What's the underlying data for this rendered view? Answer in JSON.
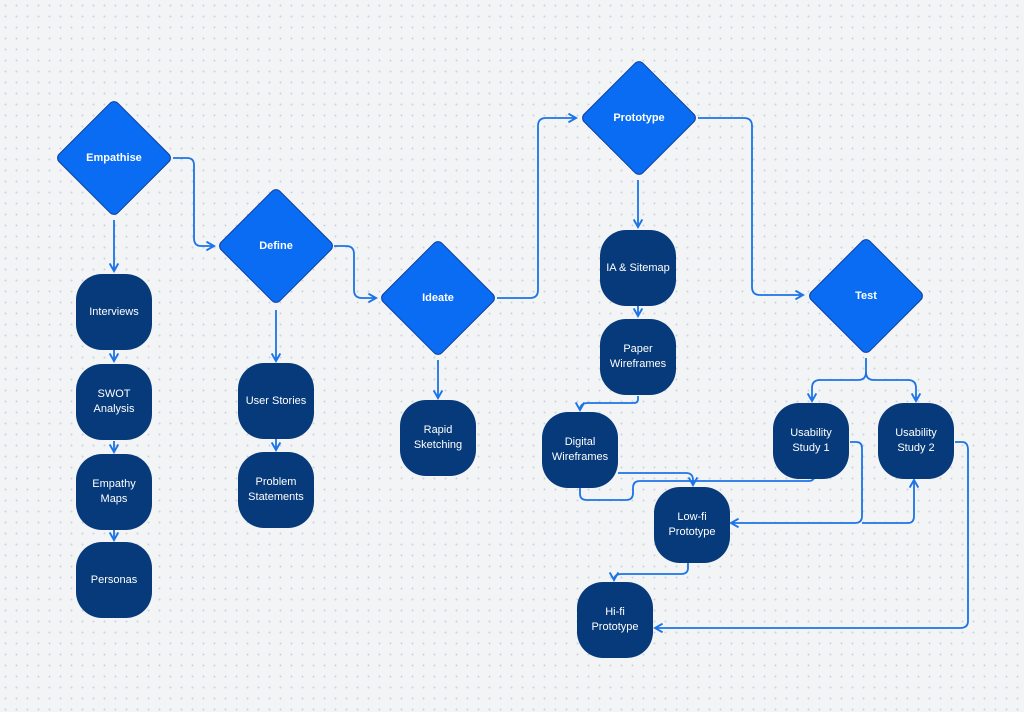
{
  "diagram": {
    "stages": {
      "empathise": "Empathise",
      "define": "Define",
      "ideate": "Ideate",
      "prototype": "Prototype",
      "test": "Test"
    },
    "steps": {
      "interviews": "Interviews",
      "swot": "SWOT\nAnalysis",
      "empathy_maps": "Empathy\nMaps",
      "personas": "Personas",
      "user_stories": "User Stories",
      "problem_statements": "Problem\nStatements",
      "rapid_sketching": "Rapid\nSketching",
      "ia_sitemap": "IA & Sitemap",
      "paper_wireframes": "Paper\nWireframes",
      "digital_wireframes": "Digital\nWireframes",
      "lowfi_prototype": "Low-fi\nPrototype",
      "hifi_prototype": "Hi-fi\nPrototype",
      "usability_study_1": "Usability\nStudy 1",
      "usability_study_2": "Usability\nStudy 2"
    },
    "colors": {
      "stage_fill": "#0a6cf2",
      "step_fill": "#063a7a",
      "connector": "#1b74e8",
      "background": "#f3f4f6"
    }
  }
}
